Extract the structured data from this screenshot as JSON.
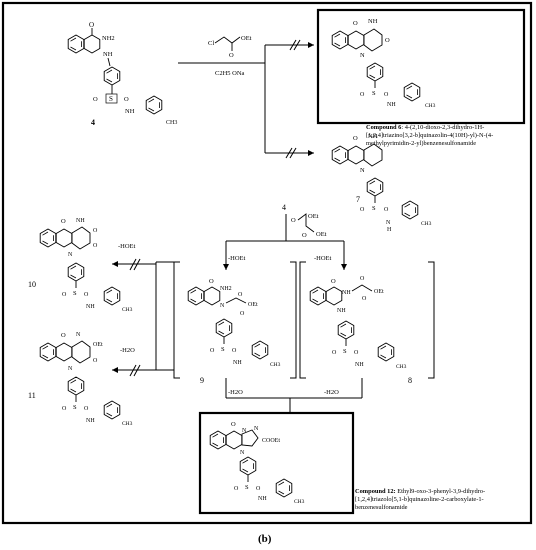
{
  "figure": {
    "panel_label": "(b)"
  },
  "compounds": {
    "c4": "4",
    "c6_caption_bold": "Compound 6",
    "c6_caption_text": ": 4-(2,10-dioxo-2,3-dihydro-1H-[1,2,4]triazino[3,2-b]quinazolin-4(10H)-yl)-N-(4-methylpyrimidin-2-yl)benzenesulfonamide",
    "c7": "7",
    "c8": "8",
    "c9": "9",
    "c10": "10",
    "c11": "11",
    "c12_caption_bold": "Compound 12:",
    "c12_caption_text": "Ethyl9-oxo-3-phenyl-3,9-dihydro-[1,2,4]triazolo[5,1-b]quinazoline-2-carboxylate-1-benzenesulfonamide"
  },
  "reagents": {
    "chloroacetate_cl": "Cl",
    "chloroacetate_o": "O",
    "chloroacetate_oet": "OEt",
    "base": "C2H5 ONa",
    "oxalate_oet_top": "OEt",
    "oxalate_oet_bottom": "OEt",
    "oxalate_o1": "O",
    "oxalate_o2": "O",
    "oxalate_reactant": "4"
  },
  "conditions": {
    "elim_hoet_10": "-HOEt",
    "elim_h2o_11": "-H2O",
    "elim_hoet_9": "-HOEt",
    "elim_hoet_8": "-HOEt",
    "elim_h2o_9": "-H2O",
    "elim_h2o_8": "-H2O"
  },
  "atoms": {
    "o": "O",
    "n": "N",
    "nh": "NH",
    "nh2": "NH2",
    "h": "H",
    "s": "S",
    "ch3": "CH3",
    "oet": "OEt",
    "cooet": "COOEt"
  }
}
